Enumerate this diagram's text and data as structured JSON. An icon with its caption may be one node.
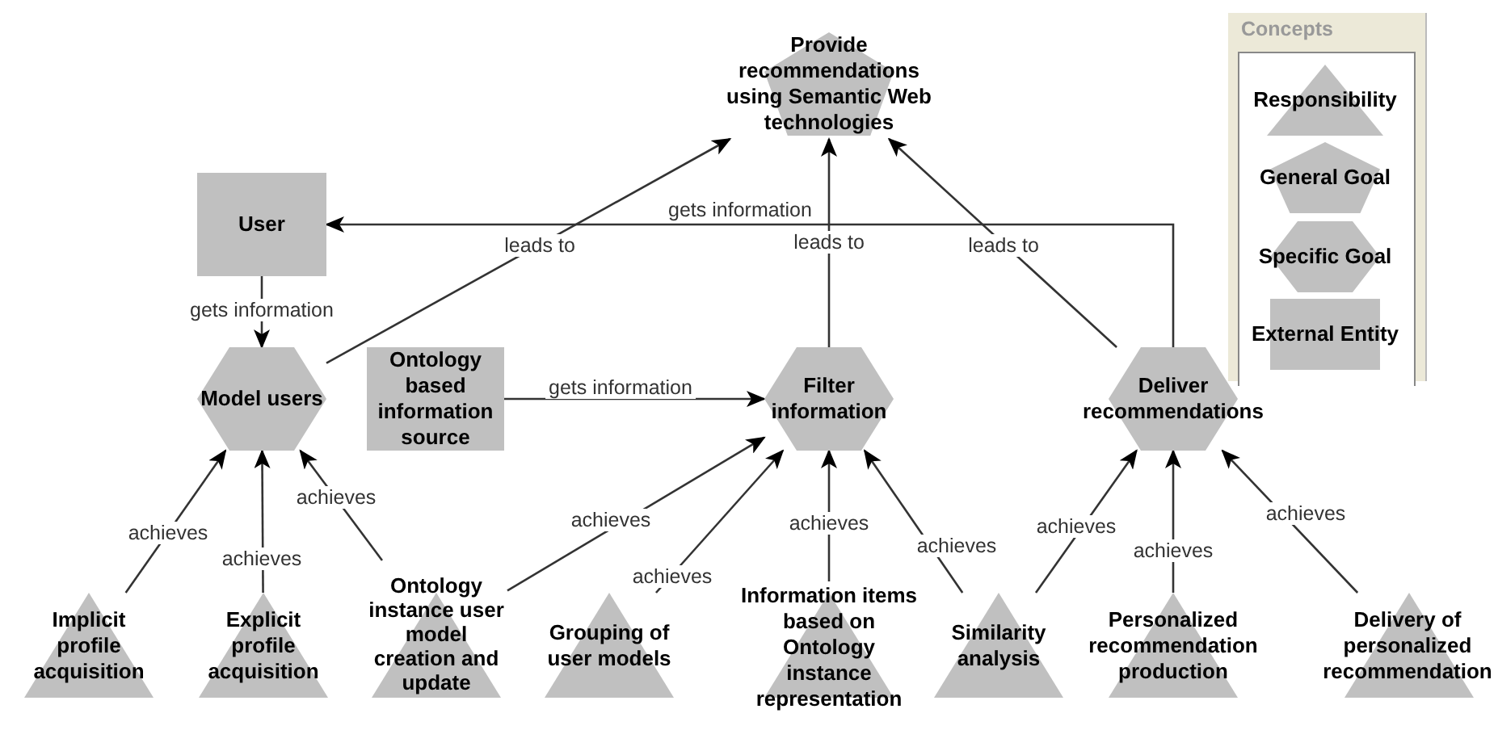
{
  "diagram": {
    "nodes": [
      {
        "text": [
          "Provide recommendations using Semantic Web technologies"
        ]
      },
      {
        "text": [
          "User"
        ]
      },
      {
        "text": [
          "Model users"
        ]
      },
      {
        "text": [
          "Ontology based information source"
        ]
      },
      {
        "text": [
          "Filter information"
        ]
      },
      {
        "text": [
          "Deliver recommendations"
        ]
      },
      {
        "text": [
          "Implicit profile acquisition"
        ]
      },
      {
        "text": [
          "Explicit profile acquisition"
        ]
      },
      {
        "text": [
          "Ontology instance user model creation and update"
        ]
      },
      {
        "text": [
          "Grouping of user models"
        ]
      },
      {
        "text": [
          "Information items based on Ontology instance representation"
        ]
      },
      {
        "text": [
          "Similarity analysis"
        ]
      },
      {
        "text": [
          "Personalized recommendation production"
        ]
      },
      {
        "text": [
          "Delivery of personalized recommendation"
        ]
      }
    ],
    "edges": [
      {
        "from": 5,
        "to": 1,
        "arrow": "to",
        "label": "gets information"
      },
      {
        "from": 1,
        "to": 2,
        "arrow": "to",
        "label": "gets information"
      },
      {
        "from": 2,
        "to": 0,
        "arrow": "to",
        "label": "leads to"
      },
      {
        "from": 4,
        "to": 0,
        "arrow": "to",
        "label": "leads to"
      },
      {
        "from": 5,
        "to": 0,
        "arrow": "to",
        "label": "leads to"
      },
      {
        "from": 3,
        "to": 4,
        "arrow": "to",
        "label": "gets information"
      },
      {
        "from": 6,
        "to": 2,
        "arrow": "to",
        "label": "achieves"
      },
      {
        "from": 7,
        "to": 2,
        "arrow": "to",
        "label": "achieves"
      },
      {
        "from": 8,
        "to": 2,
        "arrow": "to",
        "label": "achieves"
      },
      {
        "from": 8,
        "to": 4,
        "arrow": "to",
        "label": "achieves"
      },
      {
        "from": 9,
        "to": 4,
        "arrow": "to",
        "label": "achieves"
      },
      {
        "from": 10,
        "to": 4,
        "arrow": "to",
        "label": "achieves"
      },
      {
        "from": 11,
        "to": 4,
        "arrow": "to",
        "label": "achieves"
      },
      {
        "from": 11,
        "to": 5,
        "arrow": "to",
        "label": "achieves"
      },
      {
        "from": 12,
        "to": 5,
        "arrow": "to",
        "label": "achieves"
      },
      {
        "from": 13,
        "to": 5,
        "arrow": "to",
        "label": "achieves"
      }
    ],
    "labels": [
      "Concepts"
    ],
    "legend": [
      {
        "text": "Responsibility"
      },
      {
        "text": "General Goal"
      },
      {
        "text": "Specific Goal"
      },
      {
        "text": "External Entity"
      }
    ]
  }
}
